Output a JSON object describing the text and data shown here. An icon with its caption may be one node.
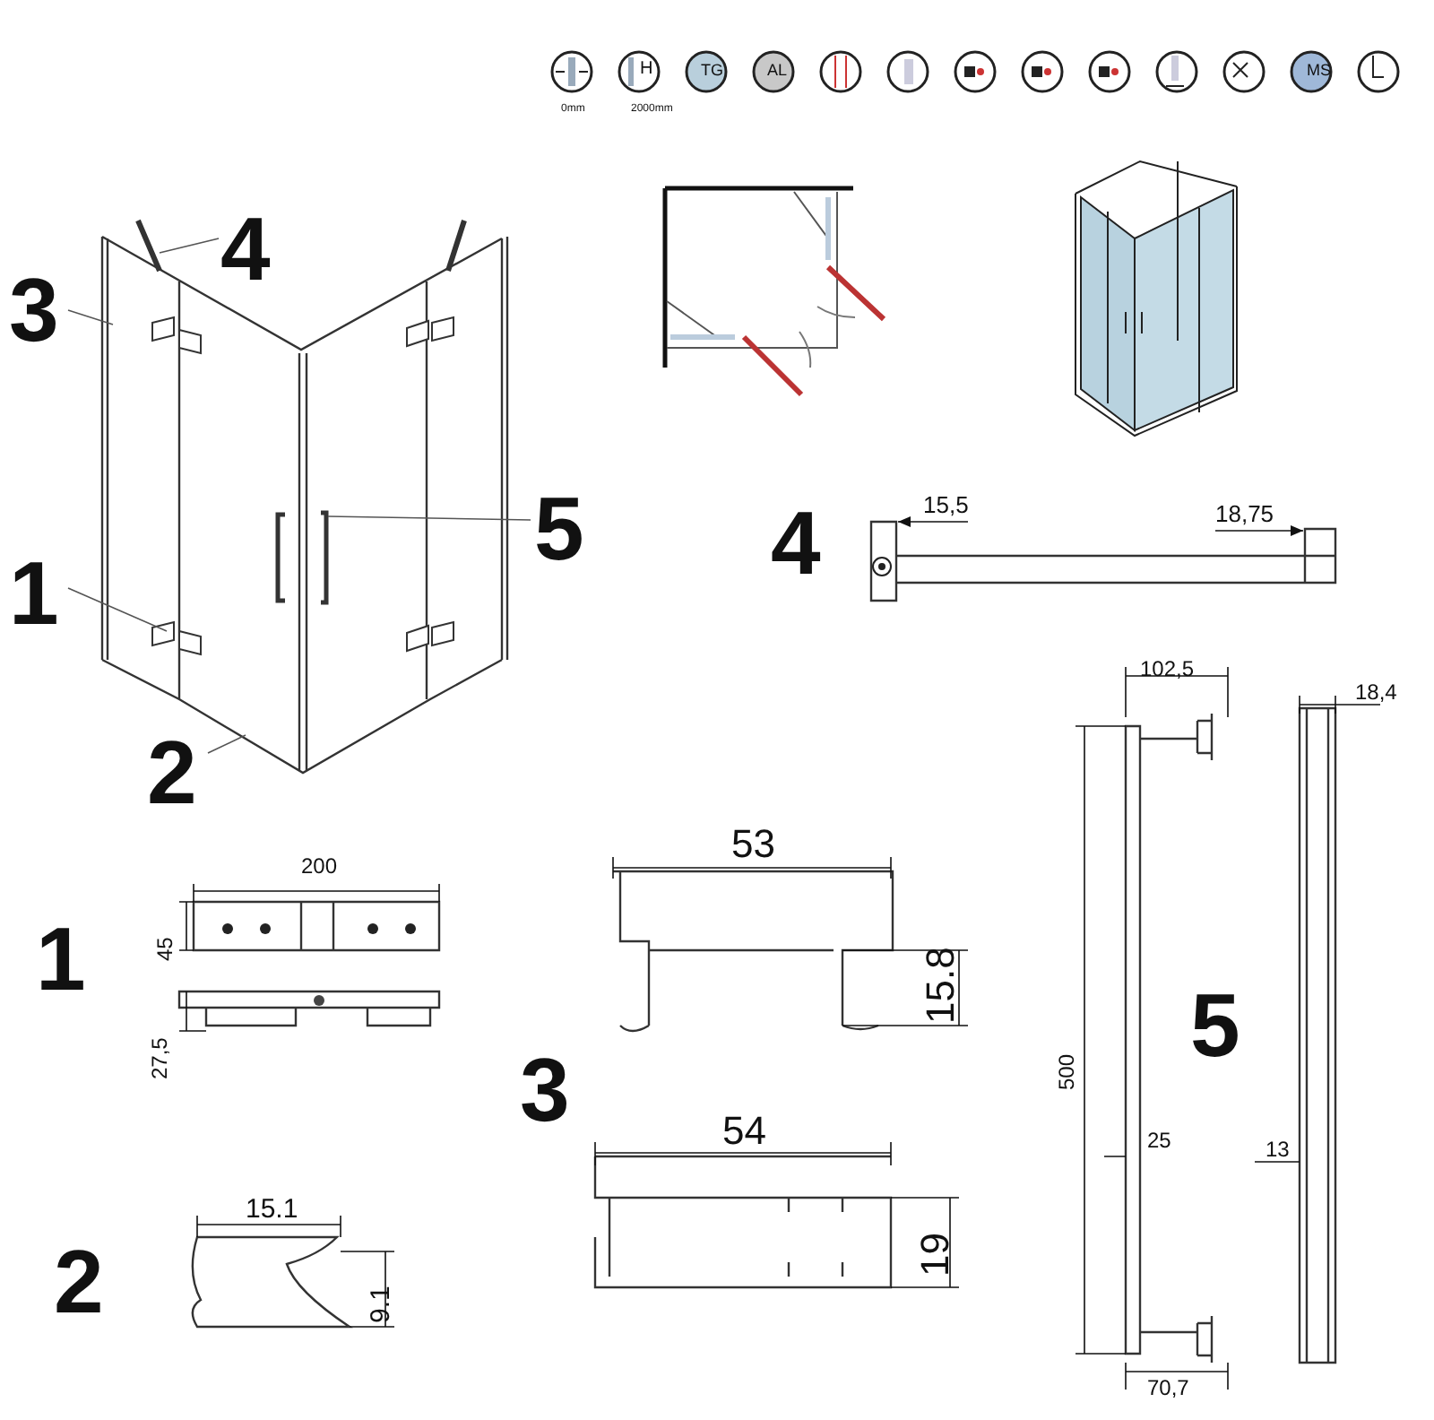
{
  "diagram": {
    "nodes": [
      {
        "text": [
          "4"
        ]
      },
      {
        "text": [
          "3"
        ]
      },
      {
        "text": [
          "5"
        ]
      },
      {
        "text": [
          "1"
        ]
      },
      {
        "text": [
          "2"
        ]
      }
    ],
    "edges": [
      {
        "from": 0,
        "to": null,
        "arrow": "none"
      },
      {
        "from": 1,
        "to": null,
        "arrow": "none"
      },
      {
        "from": 2,
        "to": null,
        "arrow": "none"
      },
      {
        "from": 3,
        "to": null,
        "arrow": "none"
      },
      {
        "from": 4,
        "to": null,
        "arrow": "none"
      }
    ],
    "labels": [
      "H",
      "TG",
      "AL",
      "MS",
      "0mm",
      "2000mm",
      "4",
      "15,5",
      "18,75",
      "102,5",
      "18,4",
      "200",
      "45",
      "27,5",
      "1",
      "53",
      "15.8",
      "5",
      "500",
      "3",
      "25",
      "13",
      "54",
      "19",
      "2",
      "15.1",
      "9.1",
      "70,7"
    ]
  }
}
